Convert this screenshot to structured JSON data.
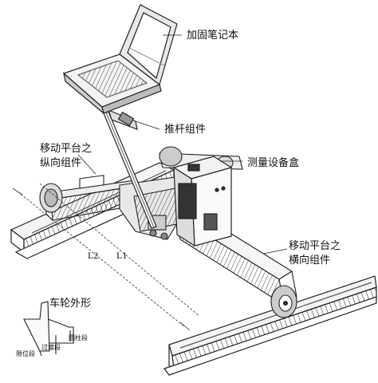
{
  "labels": {
    "laptop": "加固笔记本",
    "push_rod": "推杆组件",
    "longitudinal_line1": "移动平台之",
    "longitudinal_line2": "纵向组件",
    "measure_box": "测量设备盒",
    "lateral_line1": "移动平台之",
    "lateral_line2": "横向组件",
    "wheel_profile": "车轮外形",
    "limit_section": "限位段",
    "transition_section": "过渡段",
    "cylinder_section": "圆柱段",
    "dim_l2": "L2",
    "dim_l1": "L1"
  }
}
